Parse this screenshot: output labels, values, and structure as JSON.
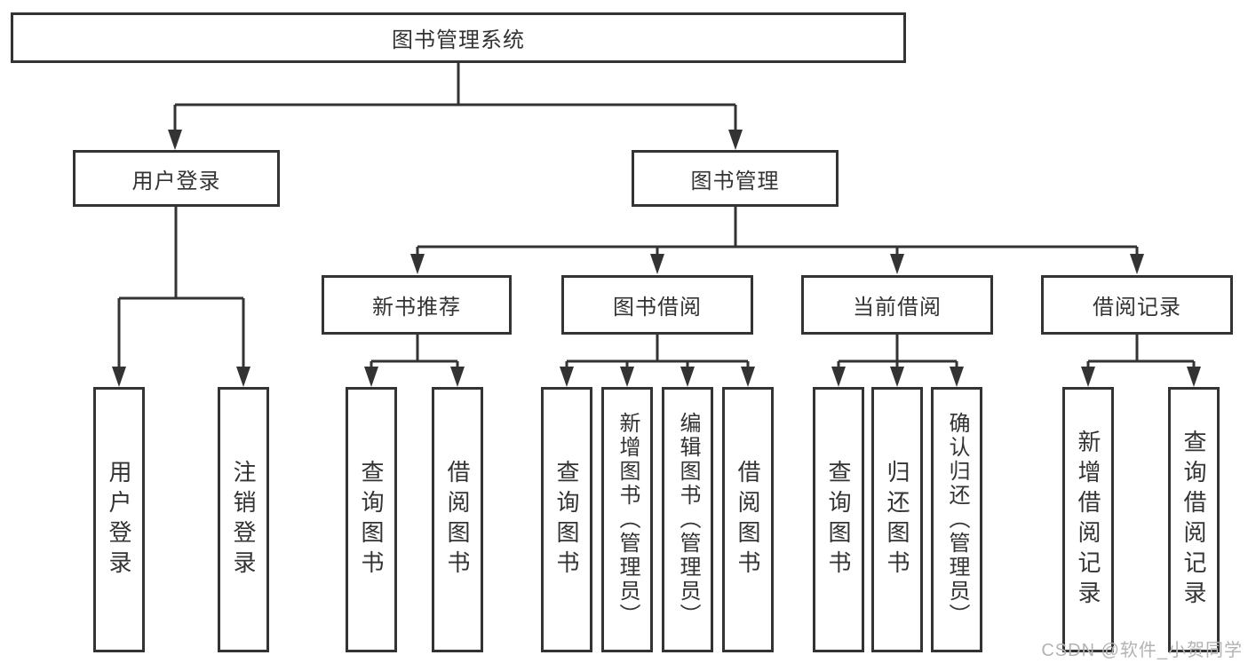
{
  "nodes": {
    "root": {
      "label": "图书管理系统"
    },
    "level2": [
      {
        "label": "用户登录"
      },
      {
        "label": "图书管理"
      }
    ],
    "level3": [
      {
        "label": "新书推荐"
      },
      {
        "label": "图书借阅"
      },
      {
        "label": "当前借阅"
      },
      {
        "label": "借阅记录"
      }
    ],
    "leaves_user_login": [
      {
        "label": "用户登录"
      },
      {
        "label": "注销登录"
      }
    ],
    "leaves_new_book": [
      {
        "label": "查询图书"
      },
      {
        "label": "借阅图书"
      }
    ],
    "leaves_book_borrow": [
      {
        "label": "查询图书"
      },
      {
        "label": "新增图书（管理员）"
      },
      {
        "label": "编辑图书（管理员）"
      },
      {
        "label": "借阅图书"
      }
    ],
    "leaves_current_borrow": [
      {
        "label": "查询图书"
      },
      {
        "label": "归还图书"
      },
      {
        "label": "确认归还（管理员）"
      }
    ],
    "leaves_borrow_record": [
      {
        "label": "新增借阅记录"
      },
      {
        "label": "查询借阅记录"
      }
    ]
  },
  "watermark": {
    "text": "CSDN @软件_小贺同学"
  },
  "colors": {
    "line": "#333333",
    "text": "#333333",
    "box_background": "#ffffff",
    "watermark": "#b3b3b3",
    "background": "#ffffff"
  }
}
